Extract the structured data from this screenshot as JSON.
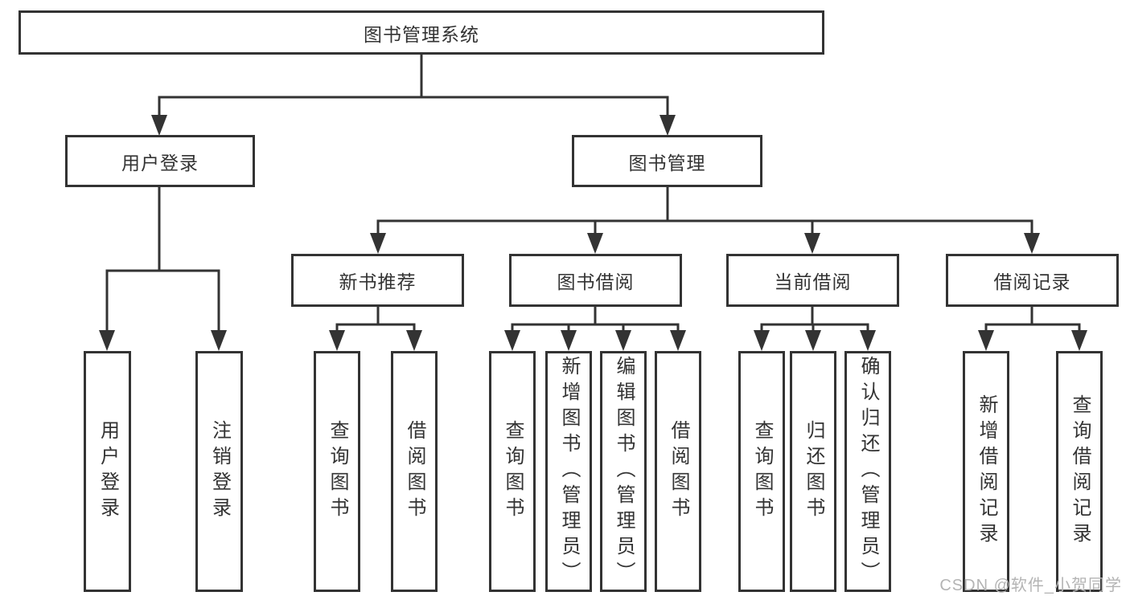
{
  "tree": {
    "label": "图书管理系统",
    "children": [
      {
        "label": "用户登录",
        "children": [
          {
            "label": "用户登录"
          },
          {
            "label": "注销登录"
          }
        ]
      },
      {
        "label": "图书管理",
        "children": [
          {
            "label": "新书推荐",
            "children": [
              {
                "label": "查询图书"
              },
              {
                "label": "借阅图书"
              }
            ]
          },
          {
            "label": "图书借阅",
            "children": [
              {
                "label": "查询图书"
              },
              {
                "label": "新增图书（管理员）"
              },
              {
                "label": "编辑图书（管理员）"
              },
              {
                "label": "借阅图书"
              }
            ]
          },
          {
            "label": "当前借阅",
            "children": [
              {
                "label": "查询图书"
              },
              {
                "label": "归还图书"
              },
              {
                "label": "确认归还（管理员）"
              }
            ]
          },
          {
            "label": "借阅记录",
            "children": [
              {
                "label": "新增借阅记录"
              },
              {
                "label": "查询借阅记录"
              }
            ]
          }
        ]
      }
    ]
  },
  "watermark": {
    "text": "CSDN @软件_小贺同学"
  },
  "colors": {
    "line": "#333333",
    "text": "#333333",
    "box_background": "#ffffff",
    "page_background": "#ffffff",
    "watermark": "#b4b4b4"
  }
}
